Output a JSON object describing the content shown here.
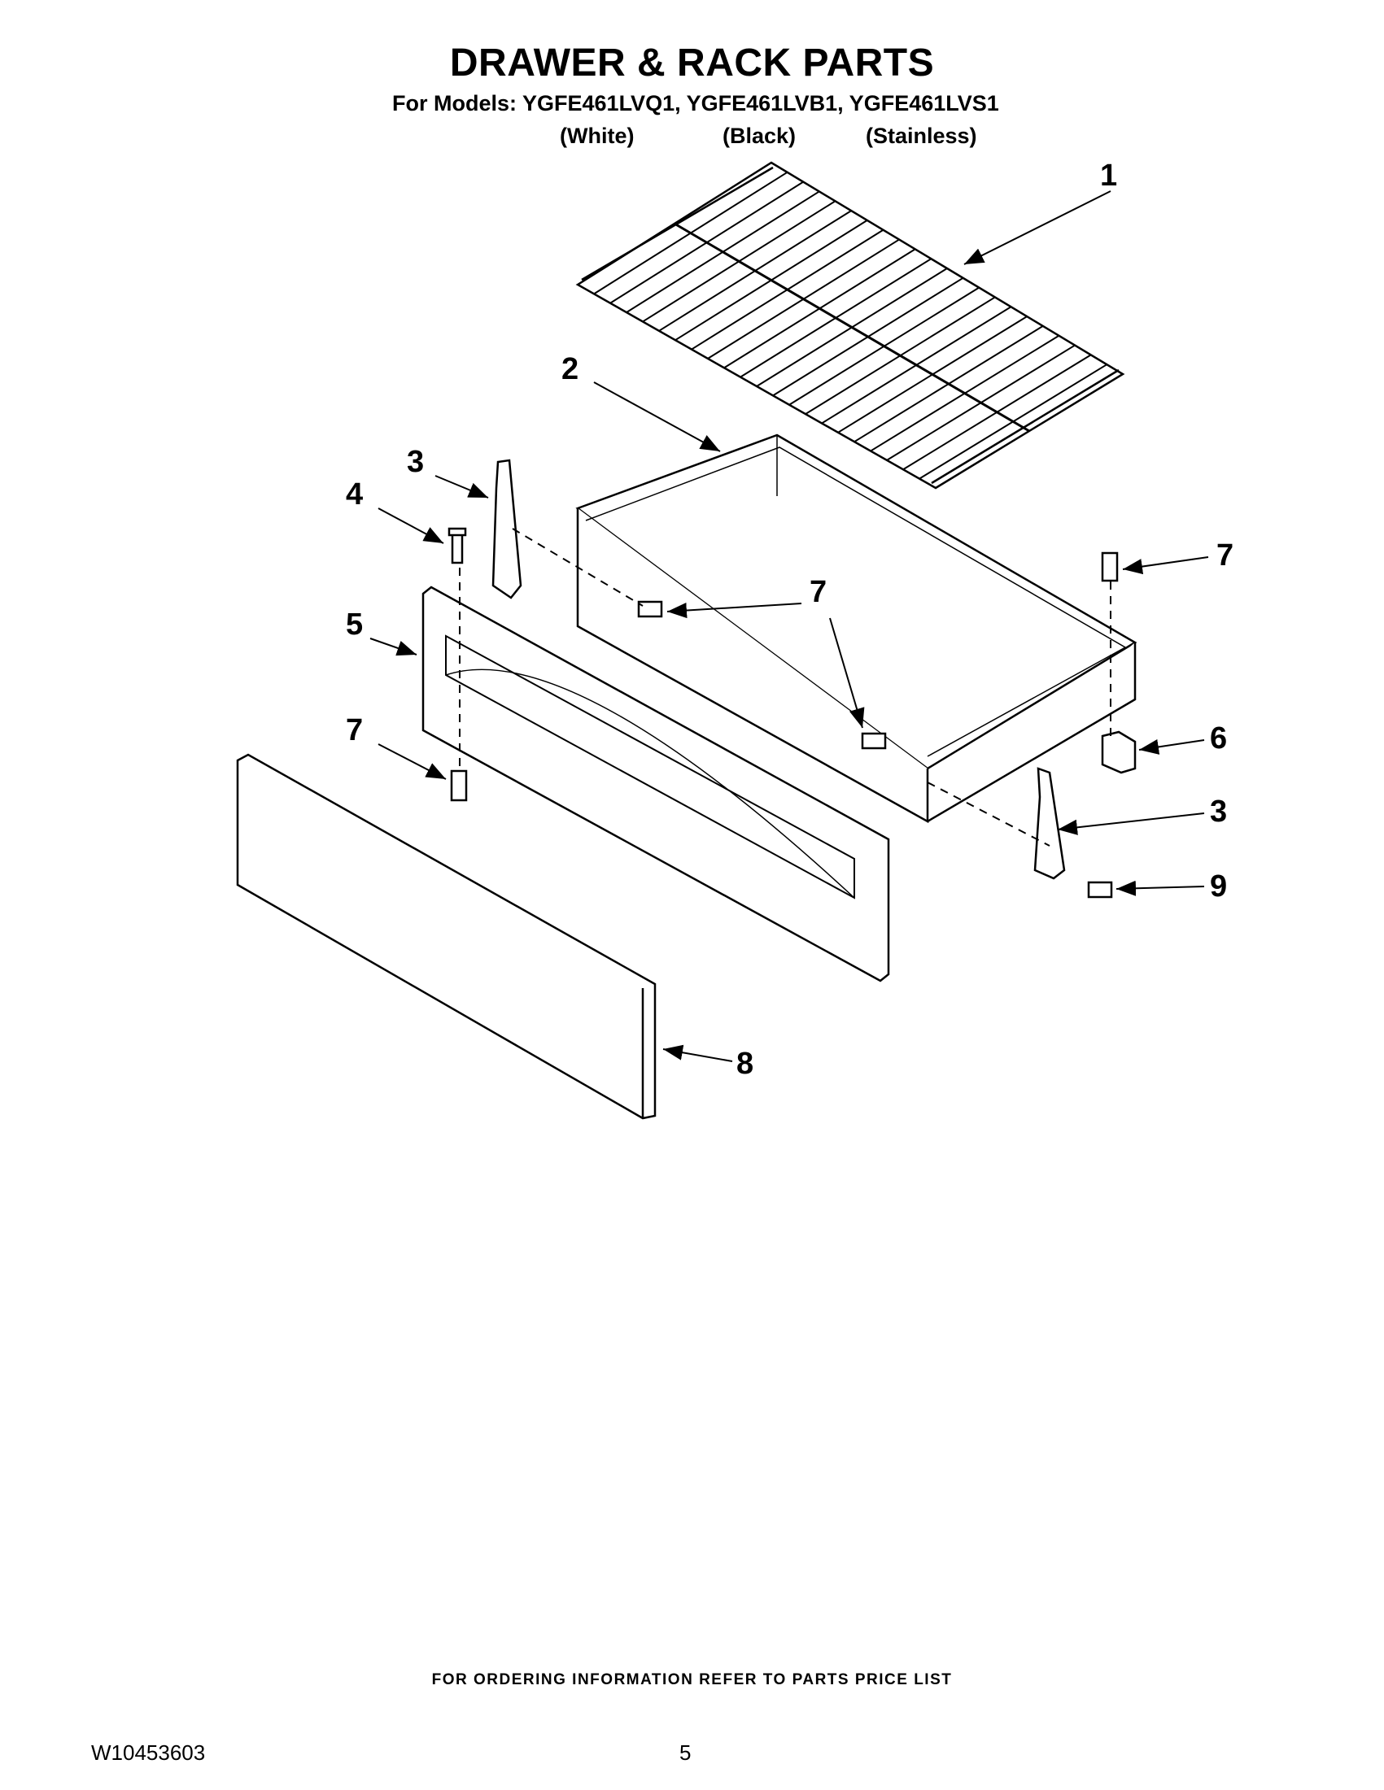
{
  "header": {
    "title": "DRAWER & RACK PARTS",
    "models_line": "For Models: YGFE461LVQ1, YGFE461LVB1, YGFE461LVS1",
    "colors": [
      "(White)",
      "(Black)",
      "(Stainless)"
    ]
  },
  "callouts": [
    "1",
    "2",
    "3",
    "4",
    "7",
    "5",
    "7",
    "7",
    "6",
    "3",
    "9",
    "7",
    "8"
  ],
  "footer": {
    "note": "FOR ORDERING INFORMATION REFER TO PARTS PRICE LIST",
    "doc_number": "W10453603",
    "page_number": "5"
  }
}
